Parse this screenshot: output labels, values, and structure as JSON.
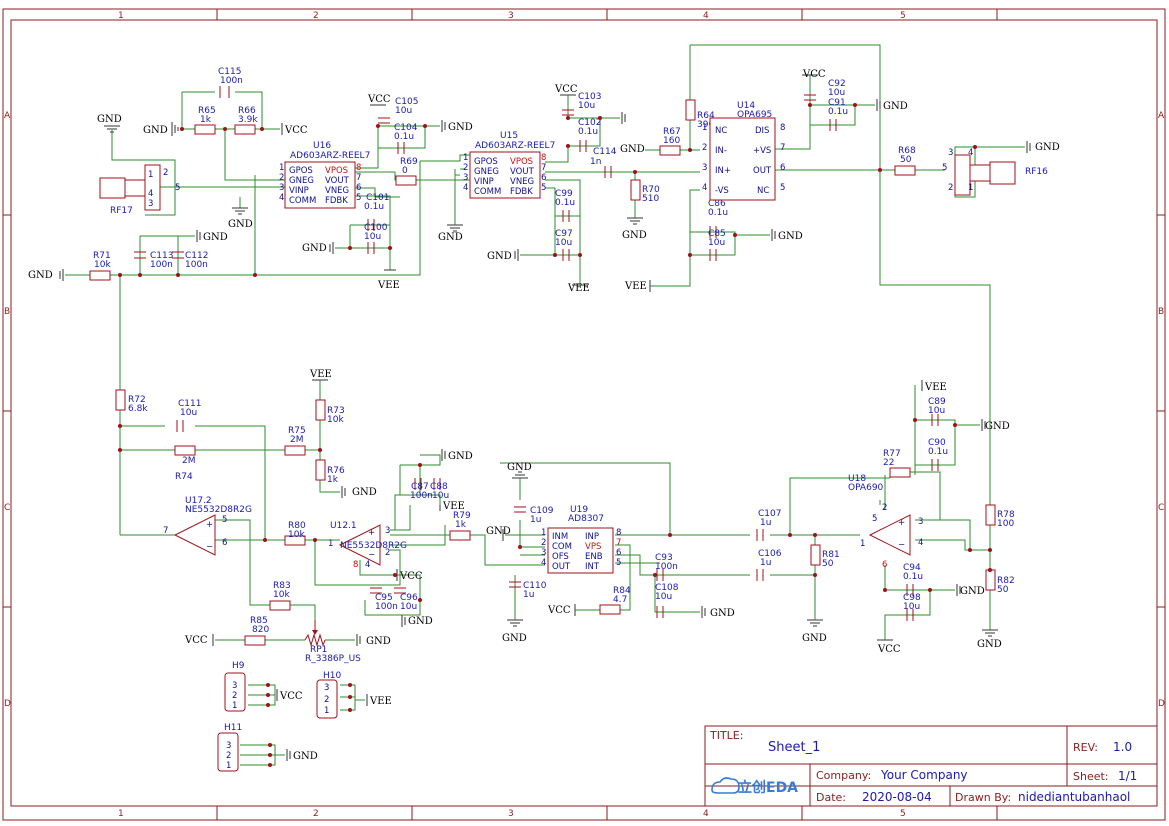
{
  "title_block": {
    "title_label": "TITLE:",
    "title_value": "Sheet_1",
    "rev_label": "REV:",
    "rev_value": "1.0",
    "company_label": "Company:",
    "company_value": "Your Company",
    "sheet_label": "Sheet:",
    "sheet_value": "1/1",
    "date_label": "Date:",
    "date_value": "2020-08-04",
    "drawn_label": "Drawn By:",
    "drawn_value": "nidediantubanhaol",
    "logo_text": "立创EDA"
  },
  "border": {
    "columns": [
      "1",
      "2",
      "3",
      "4",
      "5"
    ],
    "rows": [
      "A",
      "B",
      "C",
      "D"
    ]
  },
  "nets": {
    "gnd": "GND",
    "vcc": "VCC",
    "vee": "VEE"
  },
  "ics": {
    "u16": {
      "ref": "U16",
      "value": "AD603ARZ-REEL7",
      "pins_left": [
        "GPOS",
        "GNEG",
        "VINP",
        "COMM"
      ],
      "pins_right": [
        "VPOS",
        "VOUT",
        "VNEG",
        "FDBK"
      ],
      "nums_left": [
        "1",
        "2",
        "3",
        "4"
      ],
      "nums_right": [
        "8",
        "7",
        "6",
        "5"
      ]
    },
    "u15": {
      "ref": "U15",
      "value": "AD603ARZ-REEL7",
      "pins_left": [
        "GPOS",
        "GNEG",
        "VINP",
        "COMM"
      ],
      "pins_right": [
        "VPOS",
        "VOUT",
        "VNEG",
        "FDBK"
      ],
      "nums_left": [
        "1",
        "2",
        "3",
        "4"
      ],
      "nums_right": [
        "8",
        "7",
        "6",
        "5"
      ]
    },
    "u14": {
      "ref": "U14",
      "value": "OPA695",
      "pins_left": [
        "NC",
        "IN-",
        "IN+",
        "-VS"
      ],
      "pins_right": [
        "DIS",
        "+VS",
        "OUT",
        "NC"
      ],
      "nums_left": [
        "1",
        "2",
        "3",
        "4"
      ],
      "nums_right": [
        "8",
        "7",
        "6",
        "5"
      ]
    },
    "u19": {
      "ref": "U19",
      "value": "AD8307",
      "pins_left": [
        "INM",
        "COM",
        "OFS",
        "OUT"
      ],
      "pins_right": [
        "INP",
        "VPS",
        "ENB",
        "INT"
      ],
      "nums_left": [
        "1",
        "2",
        "3",
        "4"
      ],
      "nums_right": [
        "8",
        "7",
        "6",
        "5"
      ]
    },
    "u17": {
      "ref": "U17.2",
      "value": "NE5532D8R2G",
      "pins": [
        "7",
        "5",
        "6"
      ]
    },
    "u12": {
      "ref": "U12.1",
      "value": "NE5532D8R2G",
      "pins": [
        "1",
        "3",
        "2",
        "8",
        "4"
      ]
    },
    "u18": {
      "ref": "U18",
      "value": "OPA690",
      "pins": [
        "1",
        "3",
        "4",
        "5",
        "2",
        "6"
      ]
    }
  },
  "resistors": [
    {
      "ref": "R65",
      "value": "1k"
    },
    {
      "ref": "R66",
      "value": "3.9k"
    },
    {
      "ref": "R69",
      "value": "0"
    },
    {
      "ref": "R67",
      "value": "160"
    },
    {
      "ref": "R64",
      "value": "390"
    },
    {
      "ref": "R70",
      "value": "510"
    },
    {
      "ref": "R68",
      "value": "50"
    },
    {
      "ref": "R71",
      "value": "10k"
    },
    {
      "ref": "R72",
      "value": "6.8k"
    },
    {
      "ref": "R73",
      "value": "10k"
    },
    {
      "ref": "R75",
      "value": "2M"
    },
    {
      "ref": "R74",
      "value": "2M"
    },
    {
      "ref": "R76",
      "value": "1k"
    },
    {
      "ref": "R80",
      "value": "10k"
    },
    {
      "ref": "R79",
      "value": "1k"
    },
    {
      "ref": "R83",
      "value": "10k"
    },
    {
      "ref": "R85",
      "value": "820"
    },
    {
      "ref": "R84",
      "value": "4.7"
    },
    {
      "ref": "R77",
      "value": "22"
    },
    {
      "ref": "R81",
      "value": "50"
    },
    {
      "ref": "R78",
      "value": "100"
    },
    {
      "ref": "R82",
      "value": "50"
    }
  ],
  "capacitors": [
    {
      "ref": "C115",
      "value": "100n"
    },
    {
      "ref": "C105",
      "value": "10u"
    },
    {
      "ref": "C104",
      "value": "0.1u"
    },
    {
      "ref": "C101",
      "value": "0.1u"
    },
    {
      "ref": "C100",
      "value": "10u"
    },
    {
      "ref": "C113",
      "value": "100n"
    },
    {
      "ref": "C112",
      "value": "100n"
    },
    {
      "ref": "C103",
      "value": "10u"
    },
    {
      "ref": "C102",
      "value": "0.1u"
    },
    {
      "ref": "C114",
      "value": "1n"
    },
    {
      "ref": "C99",
      "value": "0.1u"
    },
    {
      "ref": "C97",
      "value": "10u"
    },
    {
      "ref": "C92",
      "value": "10u"
    },
    {
      "ref": "C91",
      "value": "0.1u"
    },
    {
      "ref": "C86",
      "value": "0.1u"
    },
    {
      "ref": "C85",
      "value": "10u"
    },
    {
      "ref": "C111",
      "value": "10u"
    },
    {
      "ref": "C87",
      "value": "100n"
    },
    {
      "ref": "C88",
      "value": "10u"
    },
    {
      "ref": "C95",
      "value": "100n"
    },
    {
      "ref": "C96",
      "value": "10u"
    },
    {
      "ref": "C109",
      "value": "1u"
    },
    {
      "ref": "C110",
      "value": "1u"
    },
    {
      "ref": "C93",
      "value": "100n"
    },
    {
      "ref": "C108",
      "value": "10u"
    },
    {
      "ref": "C107",
      "value": "1u"
    },
    {
      "ref": "C106",
      "value": "1u"
    },
    {
      "ref": "C89",
      "value": "10u"
    },
    {
      "ref": "C90",
      "value": "0.1u"
    },
    {
      "ref": "C94",
      "value": "0.1u"
    },
    {
      "ref": "C98",
      "value": "10u"
    }
  ],
  "connectors": {
    "rf17": {
      "ref": "RF17",
      "pins": [
        "1",
        "2",
        "3",
        "4",
        "5"
      ]
    },
    "rf16": {
      "ref": "RF16",
      "pins": [
        "1",
        "2",
        "3",
        "4",
        "5"
      ]
    },
    "h9": {
      "ref": "H9",
      "pins": [
        "3",
        "2",
        "1"
      ]
    },
    "h10": {
      "ref": "H10",
      "pins": [
        "3",
        "2",
        "1"
      ]
    },
    "h11": {
      "ref": "H11",
      "pins": [
        "3",
        "2",
        "1"
      ]
    }
  },
  "pot": {
    "ref": "RP1",
    "value": "R_3386P_US"
  }
}
